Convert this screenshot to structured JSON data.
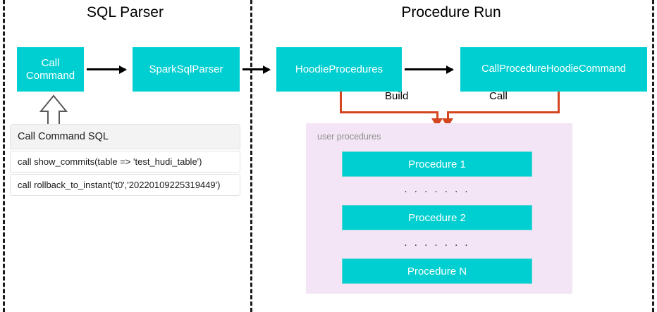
{
  "sections": {
    "left": {
      "title": "SQL Parser"
    },
    "right": {
      "title": "Procedure Run"
    }
  },
  "boxes": {
    "call_command": "Call\nCommand",
    "spark_sql_parser": "SparkSqlParser",
    "hoodie_procedures": "HoodieProcedures",
    "call_procedure_hoodie_command": "CallProcedureHoodieCommand"
  },
  "connectors": {
    "build_label": "Build",
    "call_label": "Call",
    "orange_color": "#D4461F",
    "arrow_color": "#000000"
  },
  "sql_table": {
    "header": "Call Command SQL",
    "rows": [
      "call show_commits(table => 'test_hudi_table')",
      "call rollback_to_instant('t0','20220109225319449')"
    ]
  },
  "user_procedures": {
    "title": "user procedures",
    "panel_color": "#F3E5F5",
    "items": [
      {
        "label": "Procedure 1"
      },
      {
        "label": "Procedure 2"
      },
      {
        "label": "Procedure N"
      }
    ],
    "ellipsis": ". . . . . . ."
  },
  "theme": {
    "box_color": "#00CFD1",
    "box_text_color": "#FFFFFF",
    "divider_color": "#1A1A1A"
  }
}
